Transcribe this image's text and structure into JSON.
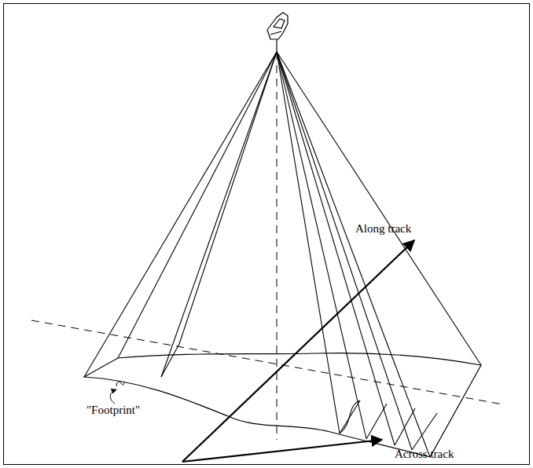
{
  "diagram": {
    "labels": [
      "Along track",
      "\"Footprint\"",
      "Across track"
    ]
  }
}
